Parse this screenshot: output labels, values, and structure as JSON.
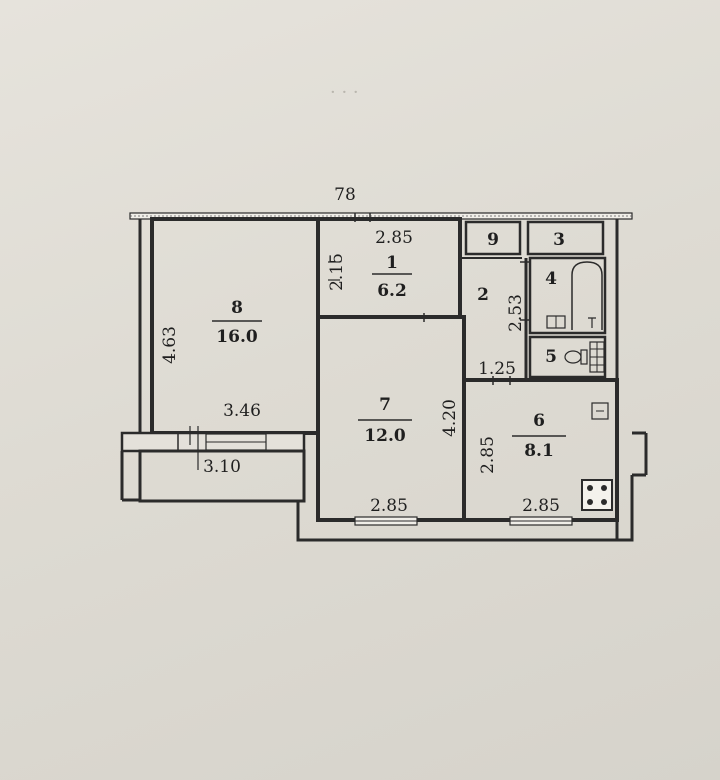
{
  "plan": {
    "top_label": "78",
    "rooms": [
      {
        "number": "1",
        "area": "6.2"
      },
      {
        "number": "2"
      },
      {
        "number": "3"
      },
      {
        "number": "4"
      },
      {
        "number": "5"
      },
      {
        "number": "6",
        "area": "8.1"
      },
      {
        "number": "7",
        "area": "12.0"
      },
      {
        "number": "8",
        "area": "16.0"
      },
      {
        "number": "9"
      }
    ],
    "dimensions": {
      "room1_width": "2.85",
      "room1_height": "2.15",
      "room2_height": "2.53",
      "corridor_width": "1.25",
      "room8_height": "4.63",
      "room8_width": "3.46",
      "balcony_width": "3.10",
      "room7_height": "4.20",
      "room7_width": "2.85",
      "room6_height": "2.85",
      "room6_width": "2.85"
    }
  }
}
